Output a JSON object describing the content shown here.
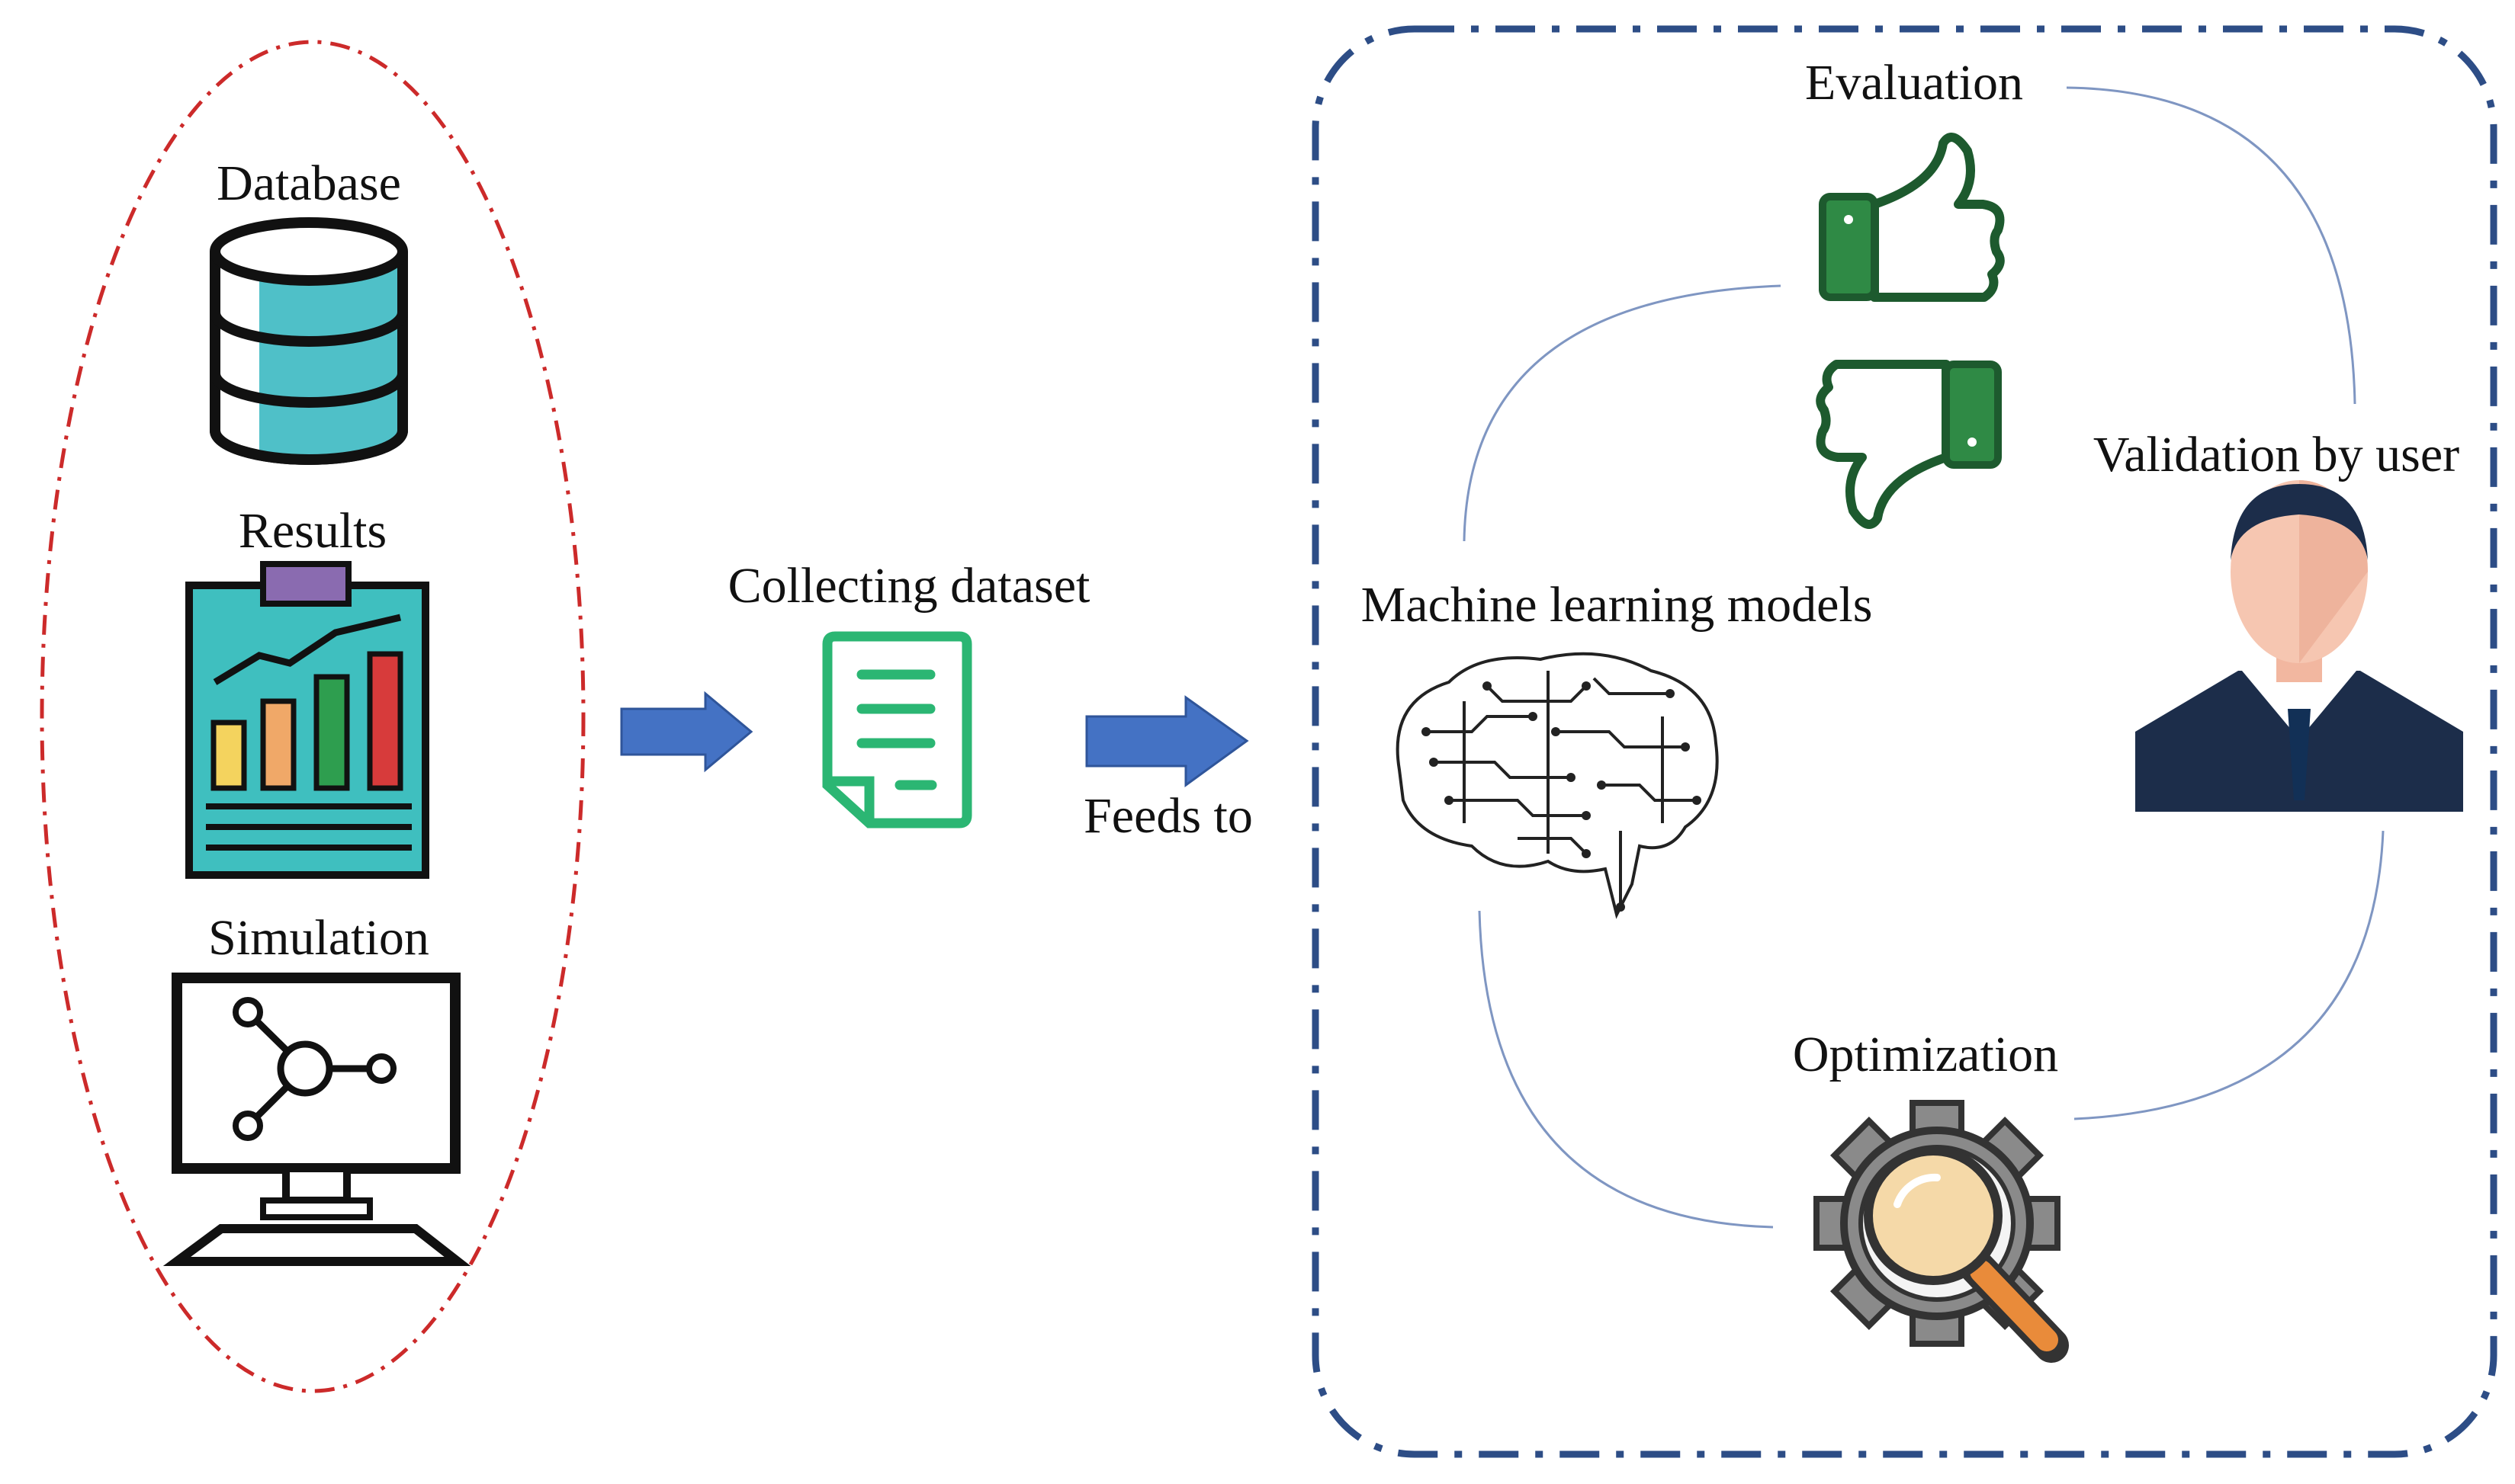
{
  "sources": {
    "database_label": "Database",
    "results_label": "Results",
    "simulation_label": "Simulation"
  },
  "dataset": {
    "label": "Collecting dataset"
  },
  "feed": {
    "label": "Feeds to"
  },
  "cycle": {
    "evaluation_label": "Evaluation",
    "validation_label": "Validation by user",
    "ml_label": "Machine learning models",
    "optimization_label": "Optimization"
  },
  "colors": {
    "left_ellipse": "#cc2a2a",
    "right_box": "#2d4d86",
    "arrow": "#4472c4",
    "database": "#4fc0c8",
    "document": "#2bb673",
    "thumb": "#2f8a45",
    "suit": "#1c2d4a",
    "gear": "#8a8a8a",
    "lens": "#f5d9a8"
  },
  "icons": [
    "database-icon",
    "results-clipboard-icon",
    "simulation-monitor-icon",
    "document-icon",
    "thumbs-up-icon",
    "thumbs-down-icon",
    "user-avatar-icon",
    "brain-circuit-icon",
    "gear-magnifier-icon"
  ]
}
